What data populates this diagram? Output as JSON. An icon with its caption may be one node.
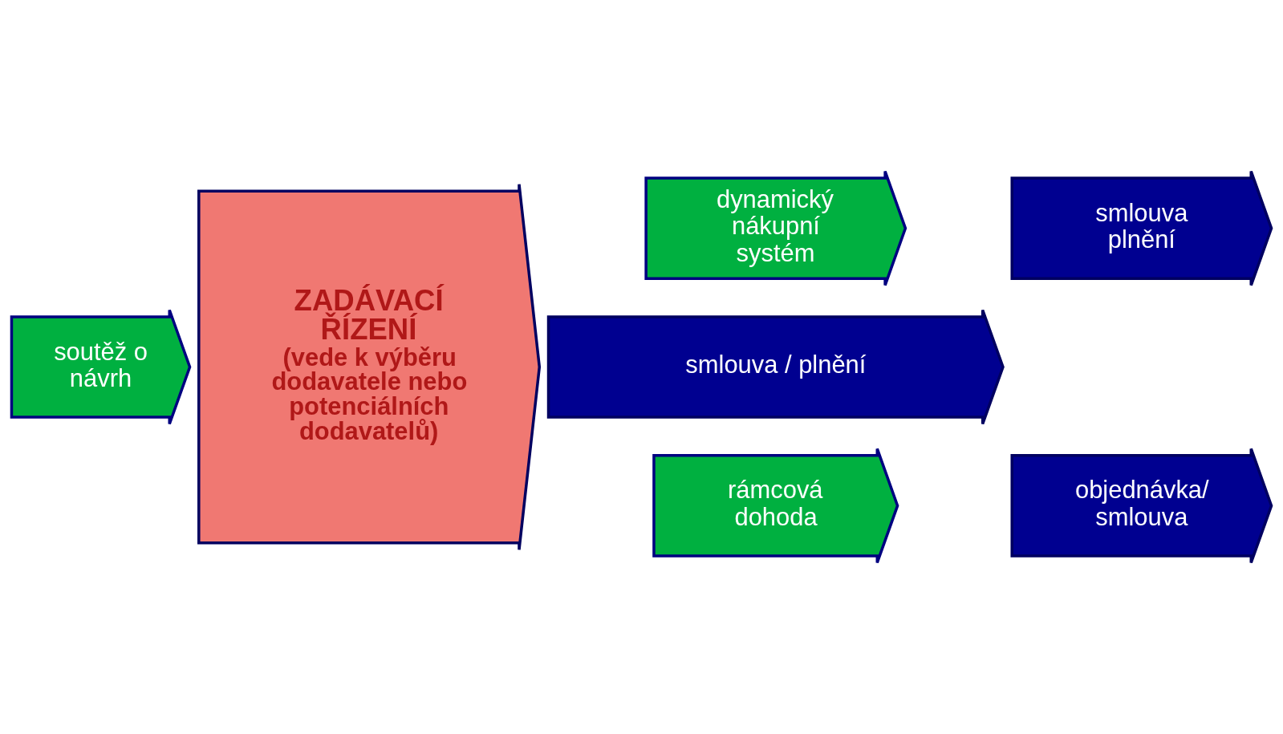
{
  "diagram": {
    "nodes": [
      {
        "text": [
          "soutěž o návrh"
        ]
      },
      {
        "text": [
          "ZADÁVACÍ ŘÍZENÍ",
          "(vede k výběru dodavatele nebo potenciálních dodavatelů)"
        ]
      },
      {
        "text": [
          "dynamický nákupní systém"
        ]
      },
      {
        "text": [
          "smlouva plnění"
        ]
      },
      {
        "text": [
          "smlouva / plnění"
        ]
      },
      {
        "text": [
          "rámcová dohoda"
        ]
      },
      {
        "text": [
          "objednávka/ smlouva"
        ]
      }
    ]
  }
}
